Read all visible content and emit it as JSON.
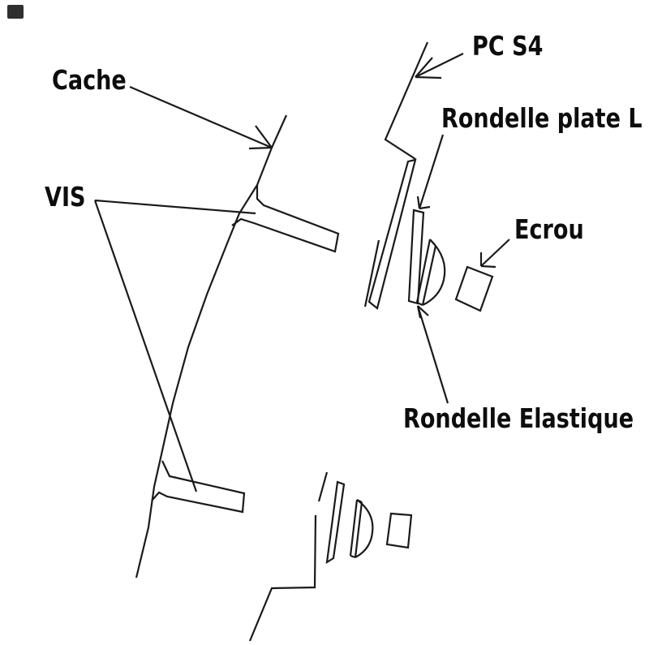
{
  "diagram": {
    "type": "exploded-assembly-line-drawing",
    "background": "#ffffff",
    "ink_color": "#1a1a1a",
    "corner_mark_color": "#2f2f2f",
    "labels": {
      "cache": "Cache",
      "vis": "VIS",
      "pc_s4": "PC S4",
      "rondelle_plate": "Rondelle plate L",
      "ecrou": "Ecrou",
      "rondelle_elastique": "Rondelle Elastique"
    },
    "parts_depicted": [
      "cover edge curve (Cache)",
      "two screws (VIS)",
      "panel PC S4",
      "flat washer (Rondelle plate L)",
      "spring washer (Rondelle Elastique)",
      "nut (Ecrou)",
      "duplicate lower fastener set"
    ]
  }
}
